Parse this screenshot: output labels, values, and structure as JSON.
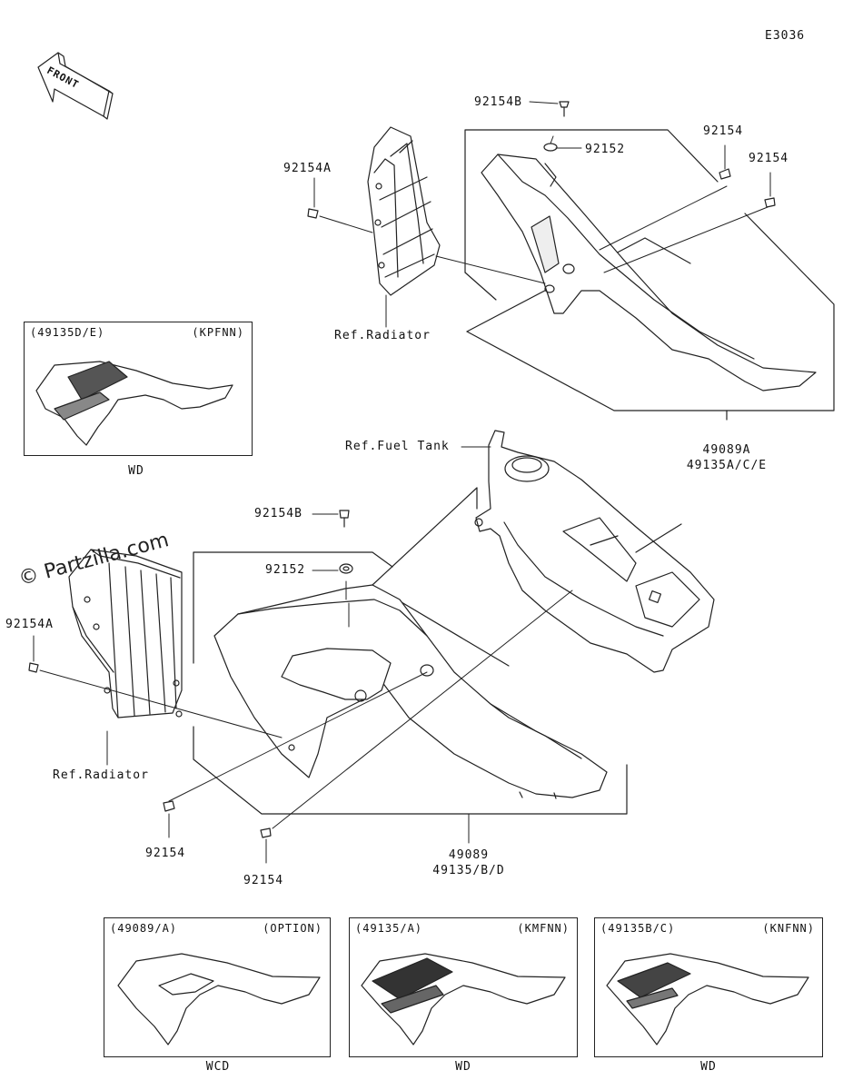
{
  "diagram_code": "E3036",
  "front_arrow": "FRONT",
  "watermark": "© Partzilla.com",
  "top_group": {
    "labels": {
      "bolt_b": "92154B",
      "washer": "92152",
      "bolt_1": "92154",
      "bolt_2": "92154",
      "bolt_a": "92154A",
      "ref_radiator": "Ref.Radiator",
      "part_a": "49089A",
      "part_a_codes": "49135A/C/E"
    }
  },
  "bottom_group": {
    "labels": {
      "ref_fuel_tank": "Ref.Fuel Tank",
      "bolt_b": "92154B",
      "washer": "92152",
      "bolt_a": "92154A",
      "ref_radiator": "Ref.Radiator",
      "bolt_1": "92154",
      "bolt_2": "92154",
      "part": "49089",
      "part_codes": "49135/B/D"
    }
  },
  "variant_boxes": [
    {
      "header_left": "(49135D/E)",
      "header_right": "(KPFNN)",
      "caption": "WD"
    },
    {
      "header_left": "(49089/A)",
      "header_right": "(OPTION)",
      "caption": "WCD"
    },
    {
      "header_left": "(49135/A)",
      "header_right": "(KMFNN)",
      "caption": "WD"
    },
    {
      "header_left": "(49135B/C)",
      "header_right": "(KNFNN)",
      "caption": "WD"
    }
  ],
  "colors": {
    "line": "#222222",
    "background": "#ffffff"
  }
}
